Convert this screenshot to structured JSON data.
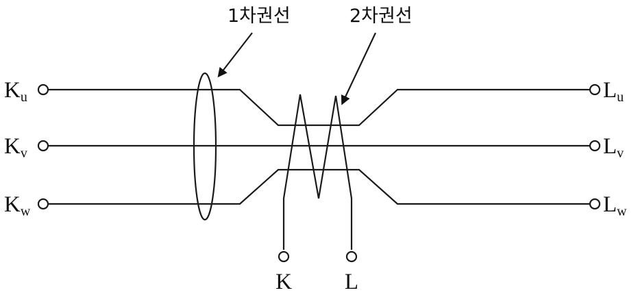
{
  "labels": {
    "primary_winding": "1차권선",
    "secondary_winding": "2차권선"
  },
  "terminals": {
    "ku": {
      "main": "K",
      "sub": "u"
    },
    "kv": {
      "main": "K",
      "sub": "v"
    },
    "kw": {
      "main": "K",
      "sub": "w"
    },
    "lu": {
      "main": "L",
      "sub": "u"
    },
    "lv": {
      "main": "L",
      "sub": "v"
    },
    "lw": {
      "main": "L",
      "sub": "w"
    },
    "k": "K",
    "l": "L"
  }
}
